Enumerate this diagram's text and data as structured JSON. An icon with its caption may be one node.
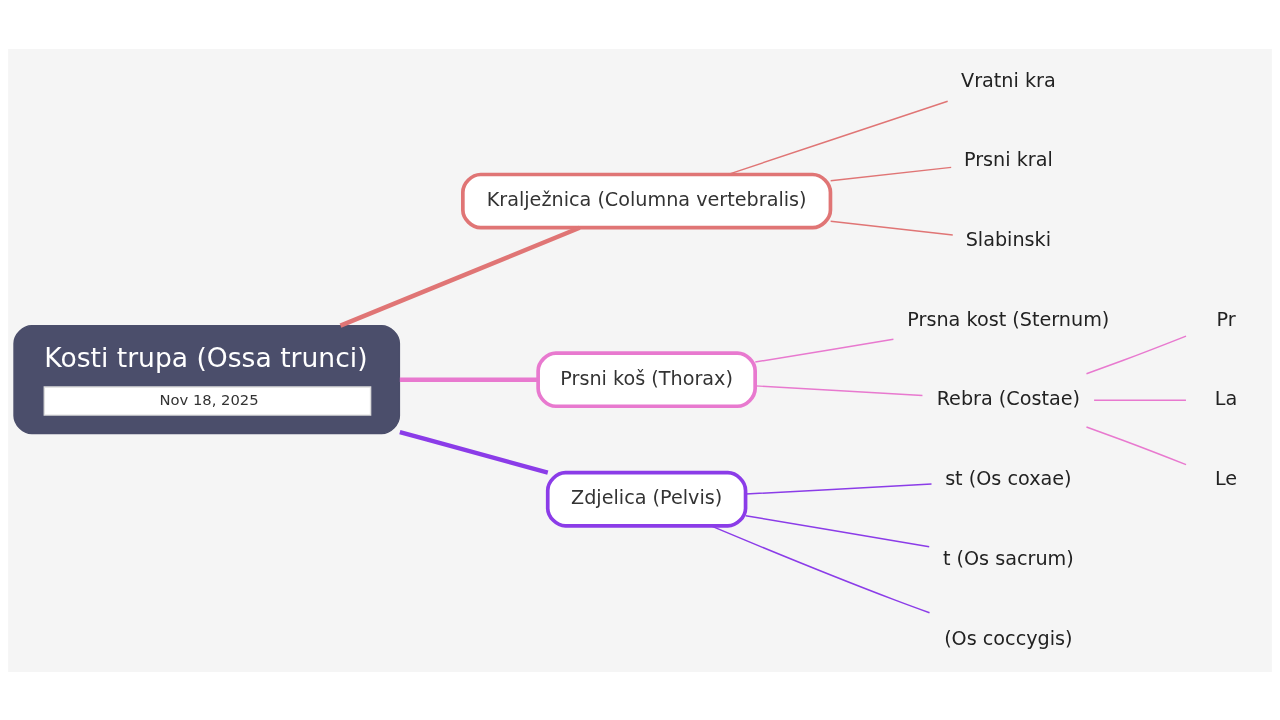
{
  "diagram": {
    "nodes": [
      {
        "text": [
          "Kosti trupa (Ossa trunci)",
          "Nov 18, 2025"
        ]
      },
      {
        "text": [
          "Kralježnica (Columna vertebralis)"
        ]
      },
      {
        "text": [
          "Vratni kra"
        ]
      },
      {
        "text": [
          "Prsni kral"
        ]
      },
      {
        "text": [
          "Slabinski"
        ]
      },
      {
        "text": [
          "Prsni koš (Thorax)"
        ]
      },
      {
        "text": [
          "Prsna kost (Sternum)"
        ]
      },
      {
        "text": [
          "Rebra (Costae)"
        ]
      },
      {
        "text": [
          "Pr"
        ]
      },
      {
        "text": [
          "La"
        ]
      },
      {
        "text": [
          "Le"
        ]
      },
      {
        "text": [
          "Zdjelica (Pelvis)"
        ]
      },
      {
        "text": [
          "st (Os coxae)"
        ]
      },
      {
        "text": [
          "t (Os sacrum)"
        ]
      },
      {
        "text": [
          "(Os coccygis)"
        ]
      }
    ],
    "edges": [
      {
        "from": 0,
        "to": 1,
        "arrow": "none",
        "style": "thick",
        "color": "#e07575"
      },
      {
        "from": 1,
        "to": 2,
        "arrow": "none",
        "color": "#e07575"
      },
      {
        "from": 1,
        "to": 3,
        "arrow": "none",
        "color": "#e07575"
      },
      {
        "from": 1,
        "to": 4,
        "arrow": "none",
        "color": "#e07575"
      },
      {
        "from": 0,
        "to": 5,
        "arrow": "none",
        "style": "thick",
        "color": "#e879cf"
      },
      {
        "from": 5,
        "to": 6,
        "arrow": "none",
        "color": "#e879cf"
      },
      {
        "from": 5,
        "to": 7,
        "arrow": "none",
        "color": "#e879cf"
      },
      {
        "from": 7,
        "to": 8,
        "arrow": "none",
        "color": "#e879cf"
      },
      {
        "from": 7,
        "to": 9,
        "arrow": "none",
        "color": "#e879cf"
      },
      {
        "from": 7,
        "to": 10,
        "arrow": "none",
        "color": "#e879cf"
      },
      {
        "from": 0,
        "to": 11,
        "arrow": "none",
        "style": "thick",
        "color": "#8b3ce8"
      },
      {
        "from": 11,
        "to": 12,
        "arrow": "none",
        "color": "#8b3ce8"
      },
      {
        "from": 11,
        "to": 13,
        "arrow": "none",
        "color": "#8b3ce8"
      },
      {
        "from": 11,
        "to": 14,
        "arrow": "none",
        "color": "#8b3ce8"
      }
    ]
  }
}
